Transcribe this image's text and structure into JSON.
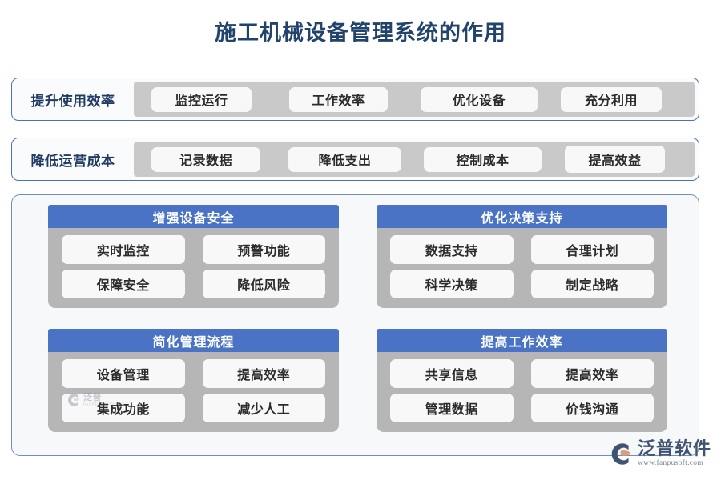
{
  "title": "施工机械设备管理系统的作用",
  "colors": {
    "title_navy": "#22436c",
    "header_blue": "#4a72c5",
    "border_blue": "#4a72b8",
    "band_gray": "#c9c9c9",
    "panel_gray": "#b6b6b6",
    "pill_white": "#f8f8f8",
    "pill_text": "#2b2b2b",
    "label_navy": "#1f3a63"
  },
  "rows": [
    {
      "label": "提升使用效率",
      "items": [
        "监控运行",
        "工作效率",
        "优化设备",
        "充分利用"
      ]
    },
    {
      "label": "降低运营成本",
      "items": [
        "记录数据",
        "降低支出",
        "控制成本",
        "提高效益"
      ]
    }
  ],
  "cards": [
    {
      "header": "增强设备安全",
      "items": [
        "实时监控",
        "预警功能",
        "保障安全",
        "降低风险"
      ]
    },
    {
      "header": "优化决策支持",
      "items": [
        "数据支持",
        "合理计划",
        "科学决策",
        "制定战略"
      ]
    },
    {
      "header": "简化管理流程",
      "items": [
        "设备管理",
        "提高效率",
        "集成功能",
        "减少人工"
      ]
    },
    {
      "header": "提高工作效率",
      "items": [
        "共享信息",
        "提高效率",
        "管理数据",
        "价钱沟通"
      ]
    }
  ],
  "watermark": {
    "name": "泛普",
    "sub": "FANPU SOFTWARE"
  },
  "brand": {
    "name": "泛普软件",
    "url": "www.fanpusoft.com"
  }
}
